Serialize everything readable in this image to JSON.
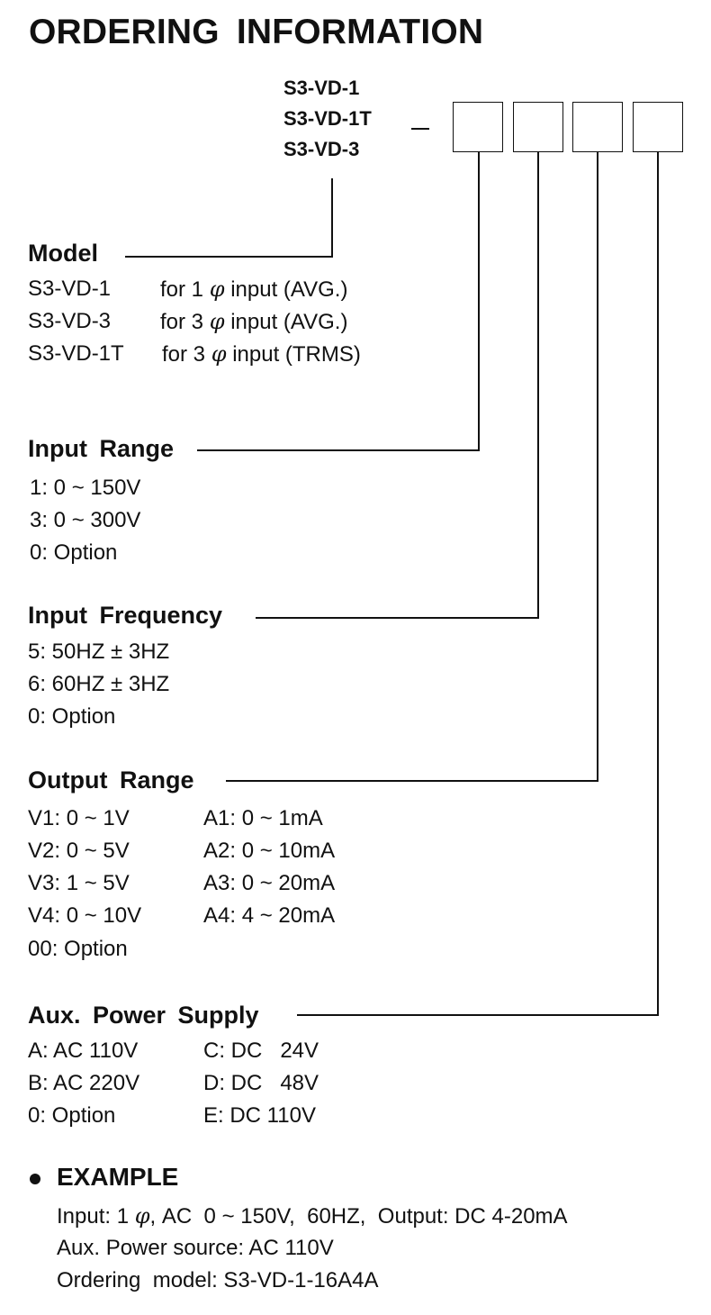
{
  "title": "ORDERING INFORMATION",
  "model_codes": [
    "S3-VD-1",
    "S3-VD-1T",
    "S3-VD-3"
  ],
  "separator": "_",
  "model": {
    "heading": "Model",
    "items": [
      {
        "code": "S3-VD-1",
        "pre": "for 1",
        "phi": "φ",
        "post": "input (AVG.)"
      },
      {
        "code": "S3-VD-3",
        "pre": "for 3",
        "phi": "φ",
        "post": "input (AVG.)"
      },
      {
        "code": "S3-VD-1T",
        "pre": "for 3",
        "phi": "φ",
        "post": "input (TRMS)"
      }
    ]
  },
  "input_range": {
    "heading": "Input  Range",
    "items": [
      "1: 0 ~ 150V",
      "3: 0 ~ 300V",
      "0: Option"
    ]
  },
  "input_frequency": {
    "heading": "Input  Frequency",
    "items": [
      "5: 50HZ ± 3HZ",
      "6: 60HZ ± 3HZ",
      "0: Option"
    ]
  },
  "output_range": {
    "heading": "Output  Range",
    "voltage": [
      "V1: 0 ~ 1V",
      "V2: 0 ~ 5V",
      "V3: 1 ~ 5V",
      "V4: 0 ~ 10V"
    ],
    "current": [
      "A1: 0 ~ 1mA",
      "A2: 0 ~ 10mA",
      "A3: 0 ~ 20mA",
      "A4: 4 ~ 20mA"
    ],
    "option": "00: Option"
  },
  "aux_power": {
    "heading": "Aux.  Power  Supply",
    "ac": [
      "A: AC 110V",
      "B: AC 220V",
      "0: Option"
    ],
    "dc": [
      "C: DC   24V",
      "D: DC   48V",
      "E: DC 110V"
    ]
  },
  "example": {
    "heading": "EXAMPLE",
    "line1_pre": "Input: 1",
    "line1_phi": "φ",
    "line1_post": ", AC  0 ~ 150V,  60HZ,  Output: DC 4-20mA",
    "line2": "Aux. Power source: AC 110V",
    "line3": "Ordering  model: S3-VD-1-16A4A"
  }
}
